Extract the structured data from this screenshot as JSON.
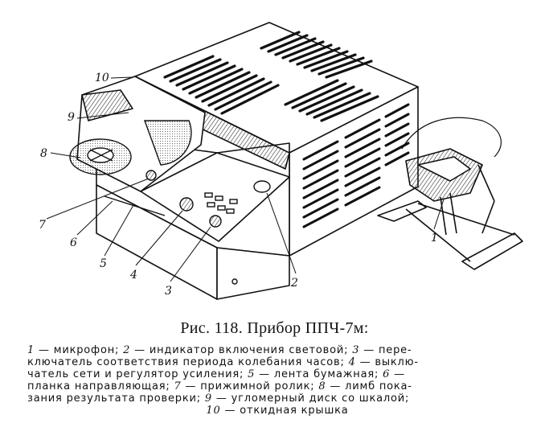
{
  "figure": {
    "callouts": [
      "1",
      "2",
      "3",
      "4",
      "5",
      "6",
      "7",
      "8",
      "9",
      "10"
    ]
  },
  "caption": {
    "title": "Рис. 118. Прибор ППЧ-7м:",
    "legend_lines": [
      [
        {
          "n": "1",
          "t": " — микрофон; "
        },
        {
          "n": "2",
          "t": " — индикатор включения световой; "
        },
        {
          "n": "3",
          "t": " — пере-"
        }
      ],
      [
        {
          "n": "",
          "t": "ключатель соответствия периода колебания часов; "
        },
        {
          "n": "4",
          "t": " — выклю-"
        }
      ],
      [
        {
          "n": "",
          "t": "чатель сети и регулятор усиления; "
        },
        {
          "n": "5",
          "t": " — лента бумажная; "
        },
        {
          "n": "6",
          "t": " —"
        }
      ],
      [
        {
          "n": "",
          "t": "планка направляющая; "
        },
        {
          "n": "7",
          "t": " — прижимной ролик; "
        },
        {
          "n": "8",
          "t": " — лимб пока-"
        }
      ],
      [
        {
          "n": "",
          "t": "зания результата проверки; "
        },
        {
          "n": "9",
          "t": " — угломерный диск со шкалой;"
        }
      ],
      [
        {
          "n": "10",
          "t": " — откидная крышка"
        }
      ]
    ]
  }
}
